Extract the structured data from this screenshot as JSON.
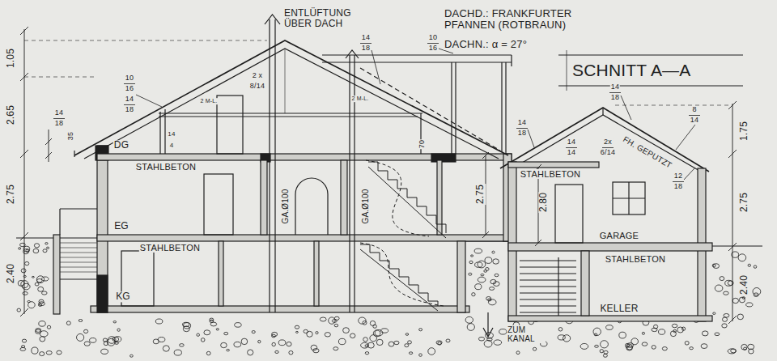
{
  "diagram": {
    "title": "SCHNITT A—A",
    "labels": [
      "1.05",
      "2.65",
      "2.75",
      "2.40",
      "14",
      "18",
      "35",
      "ENTLÜFTUNG ÜBER DACH",
      "DACHD.: FRANKFURTER PFANNEN (ROTBRAUN)",
      "DACHN.: α = 27°",
      "14",
      "18",
      "10",
      "16",
      "10",
      "16",
      "14",
      "18",
      "2 M-L.",
      "2 x",
      "8/14",
      "2 M-L.",
      "14",
      "4",
      "DG",
      "STAHLBETON",
      "70",
      "EG",
      "GA.Ø100",
      "GA.Ø100",
      "2.75",
      "STAHLBETON",
      "KG",
      "14",
      "18",
      "14",
      "18",
      "8",
      "14",
      "14",
      "14",
      "2x",
      "6/14",
      "FH. GEPUTZT",
      "12",
      "18",
      "STAHLBETON",
      "2.80",
      "GARAGE",
      "STAHLBETON",
      "KELLER",
      "ZUM KANAL",
      "1.75",
      "2.75",
      "2.40"
    ]
  }
}
